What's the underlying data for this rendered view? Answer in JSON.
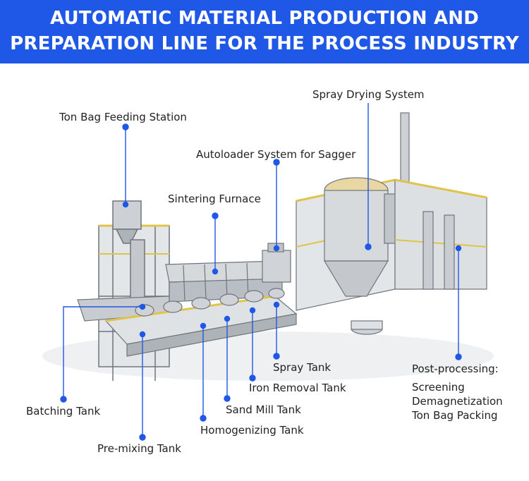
{
  "header": {
    "line1": "AUTOMATIC MATERIAL PRODUCTION AND",
    "line2": "PREPARATION LINE FOR THE PROCESS INDUSTRY"
  },
  "labels": {
    "spray_drying": "Spray Drying System",
    "ton_bag_feeding": "Ton Bag Feeding Station",
    "autoloader": "Autoloader System for Sagger",
    "sintering": "Sintering Furnace",
    "spray_tank": "Spray Tank",
    "iron_removal": "Iron Removal Tank",
    "sand_mill": "Sand Mill Tank",
    "homogenizing": "Homogenizing Tank",
    "batching": "Batching Tank",
    "premixing": "Pre-mixing Tank",
    "post_title": "Post-processing:",
    "post_items": [
      "Screening",
      "Demagnetization",
      "Ton Bag Packing"
    ]
  },
  "colors": {
    "accent": "#1f57e6",
    "leader": "#1f57e6",
    "steel": "#b9bec4",
    "frame": "#6f757c",
    "yellow_rail": "#e0c34a"
  }
}
